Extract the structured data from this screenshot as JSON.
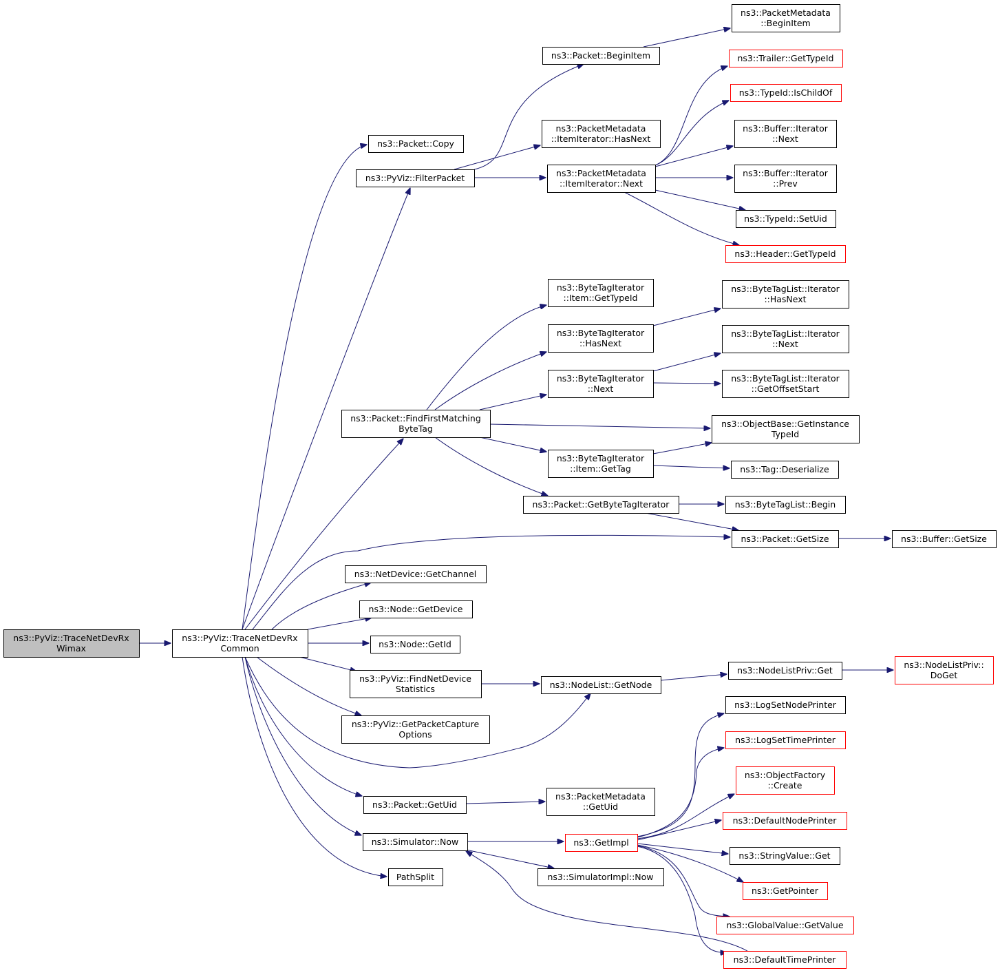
{
  "diagram": {
    "colors": {
      "edge": "#191970",
      "truncated_border": "#ff0000",
      "root_fill": "#bfbfbf",
      "border": "#000000"
    },
    "nodes": [
      {
        "id": "root",
        "lines": [
          "ns3::PyViz::TraceNetDevRx",
          "Wimax"
        ],
        "style": "root"
      },
      {
        "id": "common",
        "lines": [
          "ns3::PyViz::TraceNetDevRx",
          "Common"
        ],
        "style": "normal"
      },
      {
        "id": "copy",
        "lines": [
          "ns3::Packet::Copy"
        ],
        "style": "normal"
      },
      {
        "id": "filter",
        "lines": [
          "ns3::PyViz::FilterPacket"
        ],
        "style": "normal"
      },
      {
        "id": "beginitem",
        "lines": [
          "ns3::Packet::BeginItem"
        ],
        "style": "normal"
      },
      {
        "id": "pm_beginitem",
        "lines": [
          "ns3::PacketMetadata",
          "::BeginItem"
        ],
        "style": "normal"
      },
      {
        "id": "hasnext",
        "lines": [
          "ns3::PacketMetadata",
          "::ItemIterator::HasNext"
        ],
        "style": "normal"
      },
      {
        "id": "itnext",
        "lines": [
          "ns3::PacketMetadata",
          "::ItemIterator::Next"
        ],
        "style": "normal"
      },
      {
        "id": "trailer",
        "lines": [
          "ns3::Trailer::GetTypeId"
        ],
        "style": "truncated"
      },
      {
        "id": "ischildof",
        "lines": [
          "ns3::TypeId::IsChildOf"
        ],
        "style": "truncated"
      },
      {
        "id": "bufnext",
        "lines": [
          "ns3::Buffer::Iterator",
          "::Next"
        ],
        "style": "normal"
      },
      {
        "id": "bufprev",
        "lines": [
          "ns3::Buffer::Iterator",
          "::Prev"
        ],
        "style": "normal"
      },
      {
        "id": "setuid",
        "lines": [
          "ns3::TypeId::SetUid"
        ],
        "style": "normal"
      },
      {
        "id": "header",
        "lines": [
          "ns3::Header::GetTypeId"
        ],
        "style": "truncated"
      },
      {
        "id": "bti_item_gettypeid",
        "lines": [
          "ns3::ByteTagIterator",
          "::Item::GetTypeId"
        ],
        "style": "normal"
      },
      {
        "id": "bti_hasnext",
        "lines": [
          "ns3::ByteTagIterator",
          "::HasNext"
        ],
        "style": "normal"
      },
      {
        "id": "bti_next",
        "lines": [
          "ns3::ByteTagIterator",
          "::Next"
        ],
        "style": "normal"
      },
      {
        "id": "btl_hasnext",
        "lines": [
          "ns3::ByteTagList::Iterator",
          "::HasNext"
        ],
        "style": "normal"
      },
      {
        "id": "btl_next",
        "lines": [
          "ns3::ByteTagList::Iterator",
          "::Next"
        ],
        "style": "normal"
      },
      {
        "id": "btl_offset",
        "lines": [
          "ns3::ByteTagList::Iterator",
          "::GetOffsetStart"
        ],
        "style": "normal"
      },
      {
        "id": "findfirst",
        "lines": [
          "ns3::Packet::FindFirstMatching",
          "ByteTag"
        ],
        "style": "normal"
      },
      {
        "id": "objectbase",
        "lines": [
          "ns3::ObjectBase::GetInstance",
          "TypeId"
        ],
        "style": "normal"
      },
      {
        "id": "bti_item_gettag",
        "lines": [
          "ns3::ByteTagIterator",
          "::Item::GetTag"
        ],
        "style": "normal"
      },
      {
        "id": "tag_deser",
        "lines": [
          "ns3::Tag::Deserialize"
        ],
        "style": "normal"
      },
      {
        "id": "getbti",
        "lines": [
          "ns3::Packet::GetByteTagIterator"
        ],
        "style": "normal"
      },
      {
        "id": "btl_begin",
        "lines": [
          "ns3::ByteTagList::Begin"
        ],
        "style": "normal"
      },
      {
        "id": "pkt_getsize",
        "lines": [
          "ns3::Packet::GetSize"
        ],
        "style": "normal"
      },
      {
        "id": "buf_getsize",
        "lines": [
          "ns3::Buffer::GetSize"
        ],
        "style": "normal"
      },
      {
        "id": "getchannel",
        "lines": [
          "ns3::NetDevice::GetChannel"
        ],
        "style": "normal"
      },
      {
        "id": "getdevice",
        "lines": [
          "ns3::Node::GetDevice"
        ],
        "style": "normal"
      },
      {
        "id": "getid",
        "lines": [
          "ns3::Node::GetId"
        ],
        "style": "normal"
      },
      {
        "id": "findnetdev",
        "lines": [
          "ns3::PyViz::FindNetDevice",
          "Statistics"
        ],
        "style": "normal"
      },
      {
        "id": "nodelist_getnode",
        "lines": [
          "ns3::NodeList::GetNode"
        ],
        "style": "normal"
      },
      {
        "id": "nlp_get",
        "lines": [
          "ns3::NodeListPriv::Get"
        ],
        "style": "normal"
      },
      {
        "id": "nlp_doget",
        "lines": [
          "ns3::NodeListPriv::",
          "DoGet"
        ],
        "style": "truncated"
      },
      {
        "id": "getcapture",
        "lines": [
          "ns3::PyViz::GetPacketCapture",
          "Options"
        ],
        "style": "normal"
      },
      {
        "id": "logsetnode",
        "lines": [
          "ns3::LogSetNodePrinter"
        ],
        "style": "normal"
      },
      {
        "id": "logsettime",
        "lines": [
          "ns3::LogSetTimePrinter"
        ],
        "style": "truncated"
      },
      {
        "id": "objfactory",
        "lines": [
          "ns3::ObjectFactory",
          "::Create"
        ],
        "style": "truncated"
      },
      {
        "id": "pkt_getuid",
        "lines": [
          "ns3::Packet::GetUid"
        ],
        "style": "normal"
      },
      {
        "id": "pm_getuid",
        "lines": [
          "ns3::PacketMetadata",
          "::GetUid"
        ],
        "style": "normal"
      },
      {
        "id": "defnodeprinter",
        "lines": [
          "ns3::DefaultNodePrinter"
        ],
        "style": "truncated"
      },
      {
        "id": "sim_now",
        "lines": [
          "ns3::Simulator::Now"
        ],
        "style": "normal"
      },
      {
        "id": "getimpl",
        "lines": [
          "ns3::GetImpl"
        ],
        "style": "truncated"
      },
      {
        "id": "stringvalue",
        "lines": [
          "ns3::StringValue::Get"
        ],
        "style": "normal"
      },
      {
        "id": "getpointer",
        "lines": [
          "ns3::GetPointer"
        ],
        "style": "truncated"
      },
      {
        "id": "simimpl_now",
        "lines": [
          "ns3::SimulatorImpl::Now"
        ],
        "style": "normal"
      },
      {
        "id": "pathsplit",
        "lines": [
          "PathSplit"
        ],
        "style": "normal"
      },
      {
        "id": "globalvalue",
        "lines": [
          "ns3::GlobalValue::GetValue"
        ],
        "style": "truncated"
      },
      {
        "id": "deftimeprinter",
        "lines": [
          "ns3::DefaultTimePrinter"
        ],
        "style": "truncated"
      }
    ],
    "edges": [
      [
        "root",
        "common"
      ],
      [
        "common",
        "copy"
      ],
      [
        "common",
        "filter"
      ],
      [
        "filter",
        "beginitem"
      ],
      [
        "beginitem",
        "pm_beginitem"
      ],
      [
        "filter",
        "hasnext"
      ],
      [
        "filter",
        "itnext"
      ],
      [
        "itnext",
        "trailer"
      ],
      [
        "itnext",
        "ischildof"
      ],
      [
        "itnext",
        "bufnext"
      ],
      [
        "itnext",
        "bufprev"
      ],
      [
        "itnext",
        "setuid"
      ],
      [
        "itnext",
        "header"
      ],
      [
        "common",
        "findfirst"
      ],
      [
        "findfirst",
        "bti_item_gettypeid"
      ],
      [
        "findfirst",
        "bti_hasnext"
      ],
      [
        "bti_hasnext",
        "btl_hasnext"
      ],
      [
        "findfirst",
        "bti_next"
      ],
      [
        "bti_next",
        "btl_next"
      ],
      [
        "bti_next",
        "btl_offset"
      ],
      [
        "findfirst",
        "objectbase"
      ],
      [
        "findfirst",
        "bti_item_gettag"
      ],
      [
        "bti_item_gettag",
        "objectbase"
      ],
      [
        "bti_item_gettag",
        "tag_deser"
      ],
      [
        "findfirst",
        "getbti"
      ],
      [
        "getbti",
        "btl_begin"
      ],
      [
        "getbti",
        "pkt_getsize"
      ],
      [
        "common",
        "pkt_getsize"
      ],
      [
        "pkt_getsize",
        "buf_getsize"
      ],
      [
        "common",
        "getchannel"
      ],
      [
        "common",
        "getdevice"
      ],
      [
        "common",
        "getid"
      ],
      [
        "common",
        "findnetdev"
      ],
      [
        "findnetdev",
        "nodelist_getnode"
      ],
      [
        "nodelist_getnode",
        "nlp_get"
      ],
      [
        "nlp_get",
        "nlp_doget"
      ],
      [
        "common",
        "getcapture"
      ],
      [
        "common",
        "nodelist_getnode"
      ],
      [
        "common",
        "pkt_getuid"
      ],
      [
        "pkt_getuid",
        "pm_getuid"
      ],
      [
        "common",
        "sim_now"
      ],
      [
        "common",
        "pathsplit"
      ],
      [
        "sim_now",
        "getimpl"
      ],
      [
        "sim_now",
        "simimpl_now"
      ],
      [
        "getimpl",
        "logsetnode"
      ],
      [
        "getimpl",
        "logsettime"
      ],
      [
        "getimpl",
        "objfactory"
      ],
      [
        "getimpl",
        "defnodeprinter"
      ],
      [
        "getimpl",
        "stringvalue"
      ],
      [
        "getimpl",
        "getpointer"
      ],
      [
        "getimpl",
        "globalvalue"
      ],
      [
        "getimpl",
        "deftimeprinter"
      ],
      [
        "deftimeprinter",
        "sim_now"
      ]
    ]
  }
}
